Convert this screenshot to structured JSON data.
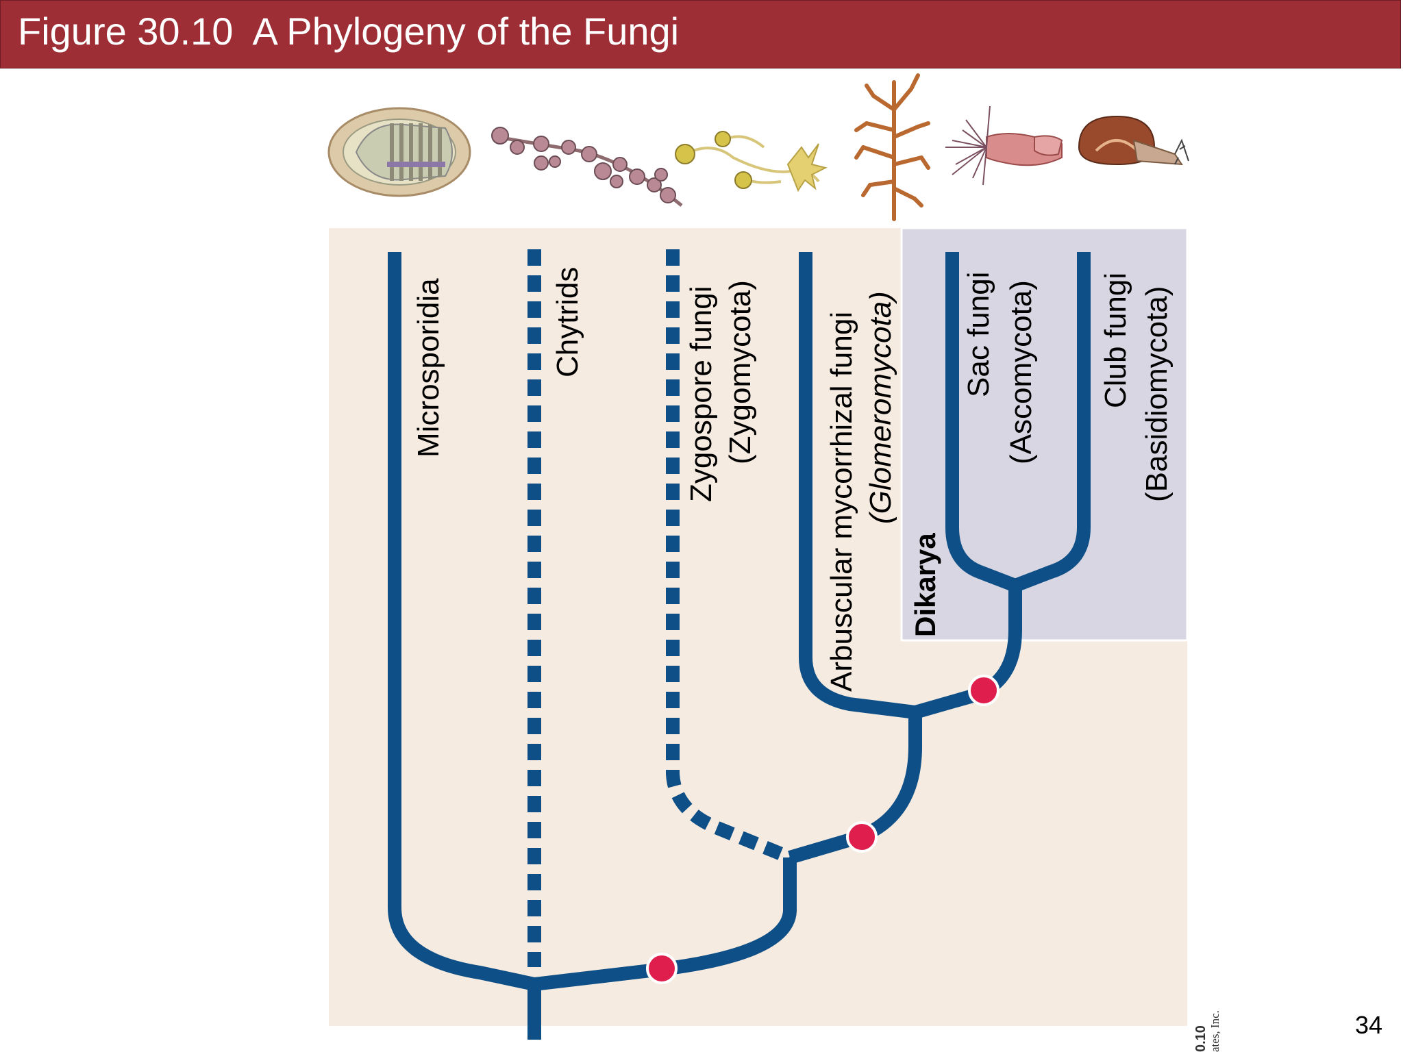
{
  "slide": {
    "title": "Figure 30.10  A Phylogeny of the Fungi",
    "number": "34"
  },
  "credit": {
    "figure": "0.10",
    "publisher": "ates, Inc."
  },
  "diagram": {
    "taxa": [
      {
        "name": "Microsporidia",
        "subname": ""
      },
      {
        "name": "Chytrids",
        "subname": ""
      },
      {
        "name": "Zygospore fungi",
        "subname": "(Zygomycota)"
      },
      {
        "name": "Arbuscular mycorrhizal fungi",
        "subname": "(Glomeromycota)"
      },
      {
        "name": "Sac fungi",
        "subname": "(Ascomycota)"
      },
      {
        "name": "Club fungi",
        "subname": "(Basidiomycota)"
      }
    ],
    "clade_label": "Dikarya",
    "colors": {
      "branch": "#0d4f86",
      "node": "#e01e4e",
      "background": "#f6ebe0",
      "dikarya_bg": "#d8d6e2",
      "title_bar": "#9e2e35"
    },
    "icons": [
      "microsporidian-spore",
      "chytrid-sporangia",
      "zygomycete-hyphae",
      "glomeromycete-arbuscule",
      "ascomycete-cup",
      "basidiomycete-mushroom"
    ]
  }
}
